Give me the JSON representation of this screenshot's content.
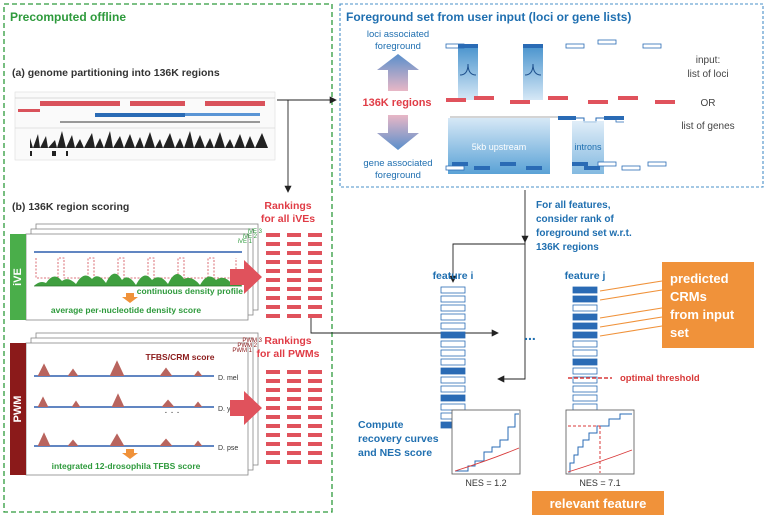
{
  "panels": {
    "offline_title": "Precomputed offline",
    "foreground_title": "Foreground set from user input (loci or gene lists)"
  },
  "section_a": {
    "label": "(a) genome partitioning into 136K regions"
  },
  "section_b": {
    "label": "(b) 136K region scoring",
    "ive_tab": "iVE",
    "pwm_tab": "PWM",
    "ive_cards": [
      "iVE 3",
      "iVE 2",
      "iVE 1"
    ],
    "pwm_cards": [
      "PWM 3",
      "PWM 2",
      "PWM 1"
    ],
    "density_profile": "continuous density profile",
    "density_score": "average per-nucleotide density score",
    "tfbs_score": "TFBS/CRM score",
    "species": [
      "D. mel",
      "D. yak",
      "D. pse"
    ],
    "dots": "·\n·\n·",
    "integrated_score": "integrated 12-drosophila TFBS score"
  },
  "rankings": {
    "ive_line1": "Rankings",
    "ive_line2": "for all iVEs",
    "pwm_line1": "Rankings",
    "pwm_line2": "for all PWMs"
  },
  "foreground": {
    "loci_line1": "loci associated",
    "loci_line2": "foreground",
    "regions": "136K regions",
    "gene_line1": "gene associated",
    "gene_line2": "foreground",
    "upstream": "5kb upstream",
    "introns": "introns",
    "input_line1": "input:",
    "input_line2": "list of loci",
    "or": "OR",
    "genes": "list of genes"
  },
  "features": {
    "instruction": [
      "For all features,",
      "consider rank of",
      "foreground set w.r.t.",
      "136K regions"
    ],
    "feature_i": "feature i",
    "feature_j": "feature j",
    "ellipsis": "...",
    "predicted": [
      "predicted",
      "CRMs",
      "from input",
      "set"
    ],
    "threshold": "optimal threshold"
  },
  "recovery": {
    "compute_lines": [
      "Compute",
      "recovery curves",
      "and NES score"
    ],
    "nes_i": "NES = 1.2",
    "nes_j": "NES = 7.1",
    "relevant": "relevant feature"
  },
  "colors": {
    "green": "#2e9a3c",
    "blue": "#1f6fb0",
    "red": "#e03c46",
    "orange": "#f0923a",
    "darkred": "#8b1a1a"
  }
}
